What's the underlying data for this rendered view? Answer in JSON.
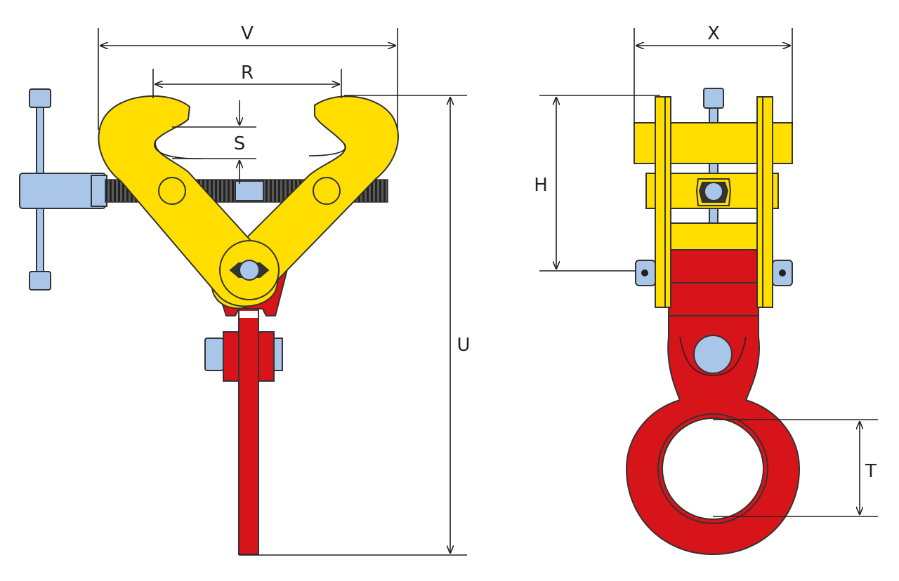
{
  "labels": {
    "V": "V",
    "R": "R",
    "S": "S",
    "U": "U",
    "X": "X",
    "H": "H",
    "T": "T"
  },
  "colors": {
    "yellow": "#FFDE00",
    "red": "#D7141A",
    "steel_blue": "#A9C6E8",
    "dark": "#333333",
    "thread": "#3d3d3d"
  }
}
